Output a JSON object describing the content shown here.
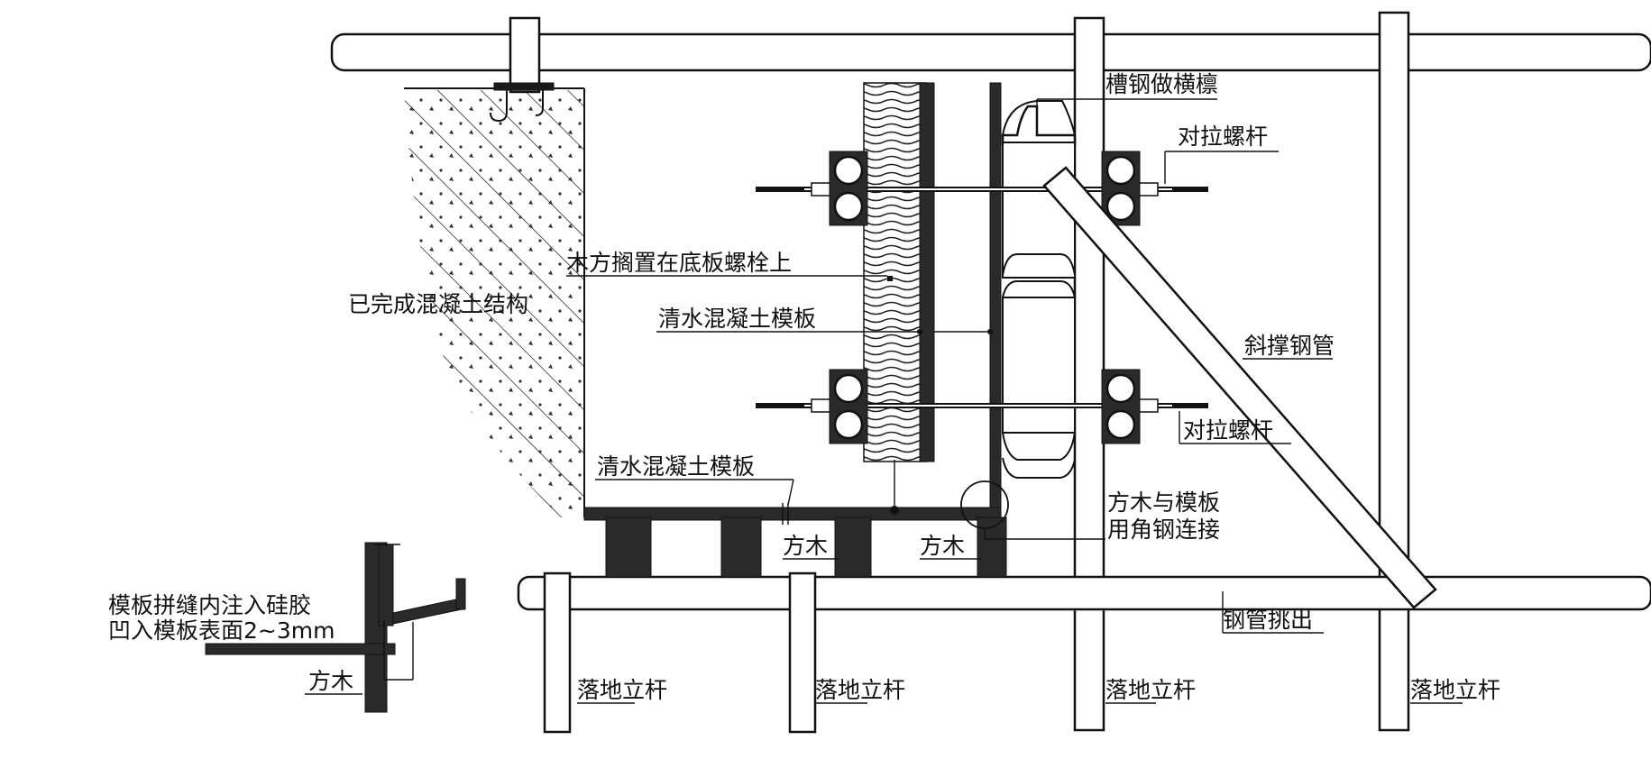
{
  "labels": {
    "channel_purlin": "槽钢做横檩",
    "tie_bolt_top": "对拉螺杆",
    "timber_on_bolt": "木方搁置在底板螺栓上",
    "completed_structure": "已完成混凝土结构",
    "fair_faced_formwork_mid": "清水混凝土模板",
    "diagonal_brace": "斜撑钢管",
    "tie_bolt_bottom": "对拉螺杆",
    "fair_faced_formwork_bottom": "清水混凝土模板",
    "angle_connection_line1": "方木与模板",
    "angle_connection_line2": "用角钢连接",
    "timber_1": "方木",
    "timber_2": "方木",
    "silicone_line1": "模板拼缝内注入硅胶",
    "silicone_line2": "凹入模板表面2~3mm",
    "timber_detail": "方木",
    "steel_pipe_out": "钢管挑出",
    "upright_1": "落地立杆",
    "upright_2": "落地立杆",
    "upright_3": "落地立杆",
    "upright_4": "落地立杆"
  },
  "colors": {
    "ink": "#111111",
    "paper": "#ffffff"
  }
}
